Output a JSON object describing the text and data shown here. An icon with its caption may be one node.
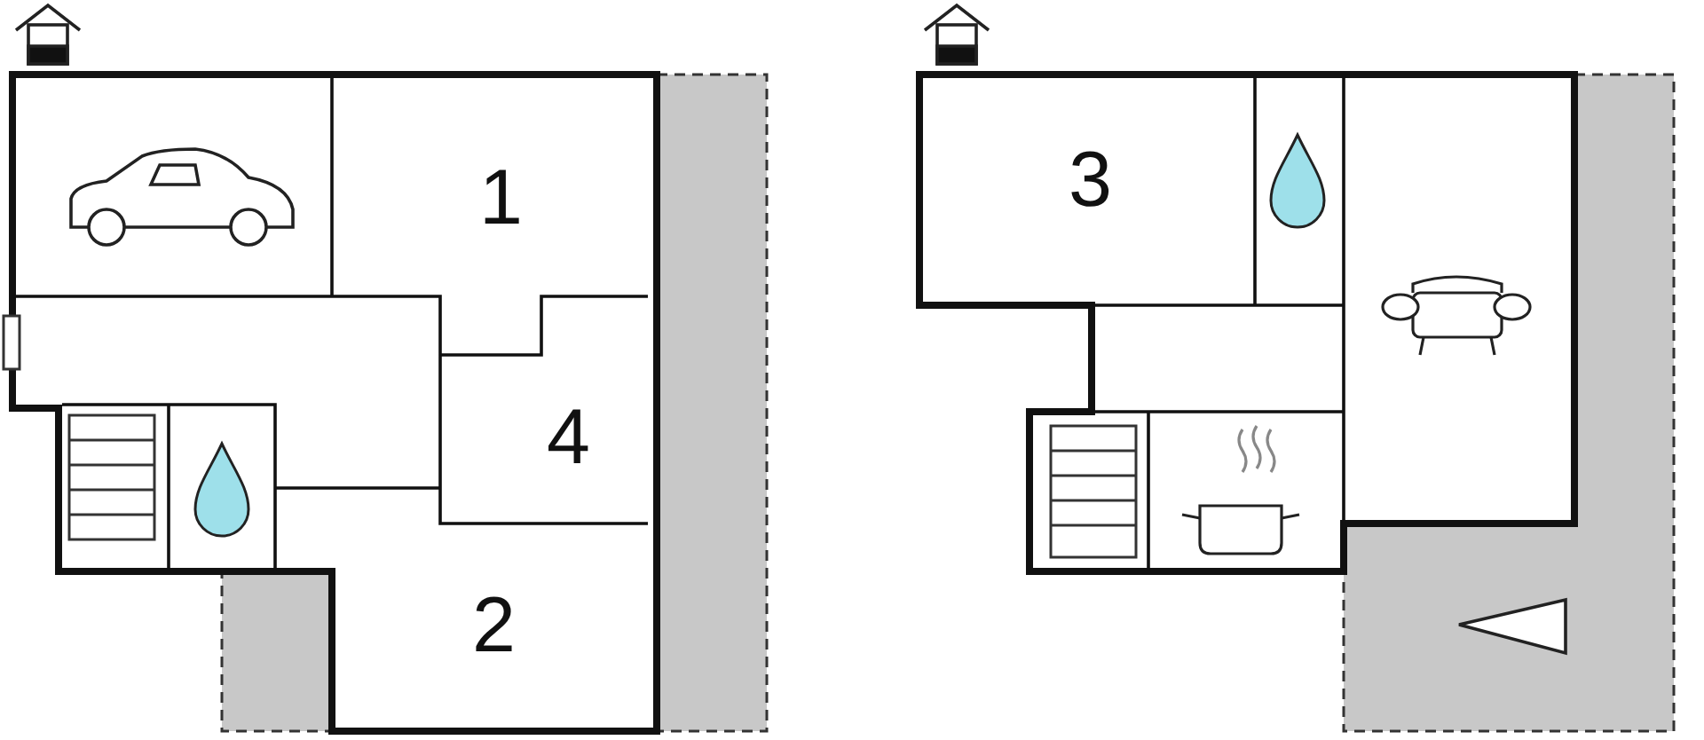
{
  "diagram": {
    "labels": [
      "1",
      "4",
      "2",
      "3"
    ]
  }
}
